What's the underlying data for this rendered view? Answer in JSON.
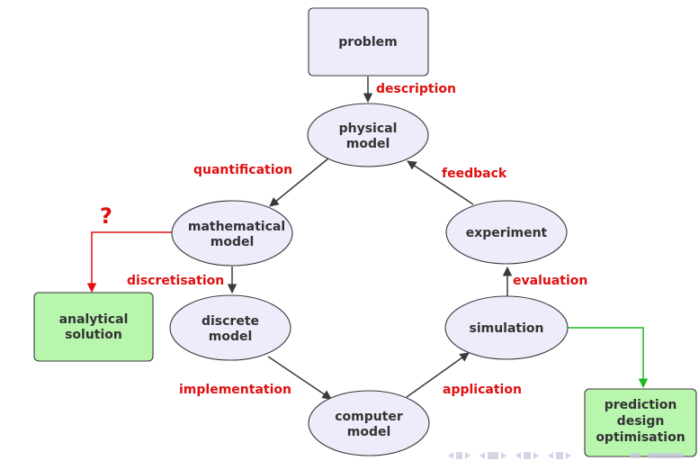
{
  "nodes": {
    "problem": [
      "problem"
    ],
    "physical": [
      "physical",
      "model"
    ],
    "mathematical": [
      "mathematical",
      "model"
    ],
    "discrete": [
      "discrete",
      "model"
    ],
    "computer": [
      "computer",
      "model"
    ],
    "simulation": [
      "simulation"
    ],
    "experiment": [
      "experiment"
    ],
    "analytical": [
      "analytical",
      "solution"
    ],
    "prediction": [
      "prediction",
      "design",
      "optimisation"
    ]
  },
  "edge_labels": {
    "description": "description",
    "quantification": "quantification",
    "feedback": "feedback",
    "discretisation": "discretisation",
    "evaluation": "evaluation",
    "implementation": "implementation",
    "application": "application",
    "question": "?"
  },
  "colors": {
    "node_fill": "#ececfb",
    "green_fill": "#b8f5ad",
    "label_red": "#e01010",
    "arrow_green": "#1fb81f",
    "arrow_dark": "#3a3a3a"
  }
}
